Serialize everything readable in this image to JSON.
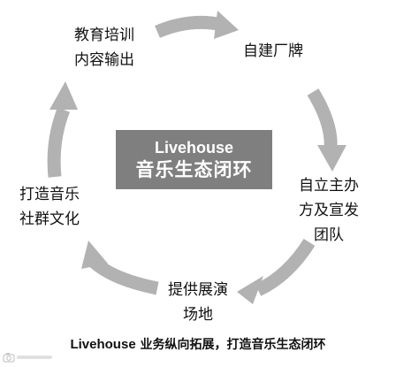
{
  "center": {
    "line1": "Livehouse",
    "line2": "音乐生态闭环"
  },
  "nodes": {
    "top_left": [
      "教育培训",
      "内容输出"
    ],
    "top_right": [
      "自建厂牌"
    ],
    "right": [
      "自立主办",
      "方及宣发",
      "团队"
    ],
    "bottom": [
      "提供展演",
      "场地"
    ],
    "left": [
      "打造音乐",
      "社群文化"
    ]
  },
  "caption": {
    "latin": "Livehouse",
    "text": " 业务纵向拓展，打造音乐生态闭环"
  },
  "colors": {
    "arrow": "#b2b2b2",
    "center_box": "#7f7f7f",
    "center_text": "#ffffff"
  },
  "watermark_icon": "camera-logo"
}
